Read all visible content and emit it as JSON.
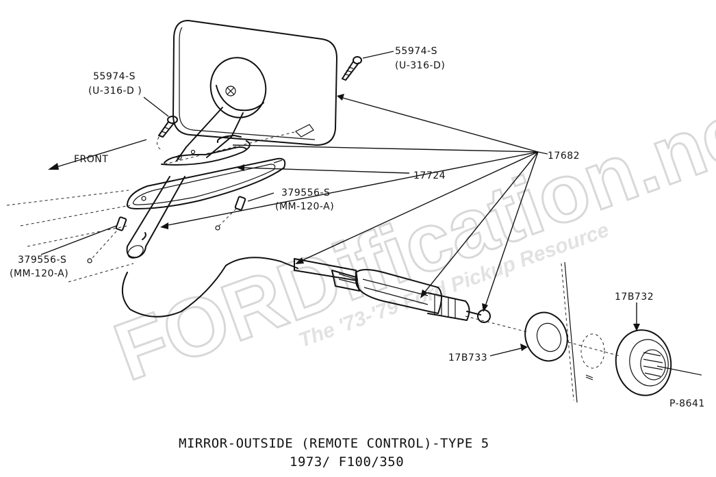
{
  "watermark": {
    "main": "FORDification.net",
    "tagline": "The '73-'79 Ford Pickup Resource"
  },
  "labels": {
    "screw_right_part": "55974-S",
    "screw_right_code": "(U-316-D)",
    "screw_left_part": "55974-S",
    "screw_left_code": "(U-316-D )",
    "front": "FRONT",
    "mirror_assy": "17682",
    "gasket": "17724",
    "bolt_right_part": "379556-S",
    "bolt_right_code": "(MM-120-A)",
    "bolt_left_part": "379556-S",
    "bolt_left_code": "(MM-120-A)",
    "nut": "17B732",
    "washer": "17B733",
    "drawing_no": "P-8641"
  },
  "caption": {
    "line1": "MIRROR-OUTSIDE (REMOTE CONTROL)-TYPE 5",
    "line2": "1973/  F100/350"
  }
}
